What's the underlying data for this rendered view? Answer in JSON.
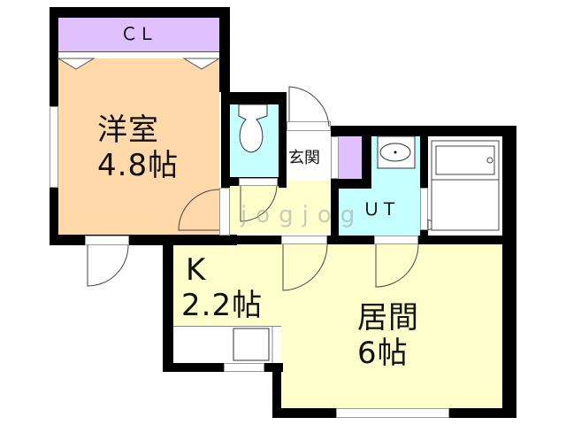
{
  "floorplan": {
    "rooms": [
      {
        "id": "closet",
        "label": "ＣＬ",
        "color": "#E0C0FF"
      },
      {
        "id": "western_room",
        "label": "洋室",
        "size": "4.8帖",
        "color": "#FFD9AA"
      },
      {
        "id": "toilet",
        "label": "",
        "color": "#C6FFFF"
      },
      {
        "id": "entrance",
        "label": "玄関",
        "color": "#FFFFFF"
      },
      {
        "id": "utility",
        "label": "ＵＴ",
        "color": "#C6FFFF"
      },
      {
        "id": "bath",
        "label": "",
        "color": "#FFFFFF"
      },
      {
        "id": "kitchen",
        "label": "K",
        "size": "2.2帖",
        "color": "#FFFFCC"
      },
      {
        "id": "living",
        "label": "居間",
        "size": "6帖",
        "color": "#FFFFCC"
      },
      {
        "id": "shoe_closet",
        "label": "",
        "color": "#E0C0FF"
      }
    ],
    "watermark": "jogjog",
    "wall_color": "#000000"
  }
}
